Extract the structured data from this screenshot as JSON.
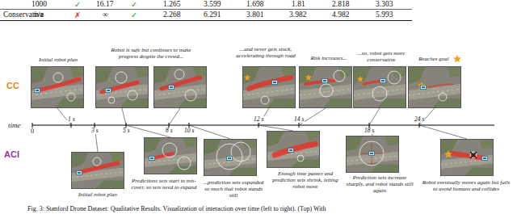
{
  "diagram": {
    "caption": "Fig. 3: Stanford Drone Dataset: Qualitative Results. Visualization of interaction over time (left to right). (Top) With",
    "labels": [
      "1000",
      "✓",
      "16.17",
      "✓",
      "1.265",
      "3.599",
      "1.698",
      "1.81",
      "2.818",
      "3.303",
      "Conservative",
      "n/a",
      "✗",
      "∞",
      "✓",
      "2.268",
      "6.291",
      "3.801",
      "3.982",
      "4.982",
      "5.993",
      "CC",
      "Initial robot plan",
      "Robot is safe but continues to make progress despite the crowd...",
      "...and never gets stuck, accelerating through road",
      "Risk increases...",
      "...so, robot gets more conservative",
      "Reaches goal",
      "time",
      "0",
      "1 s",
      "3 s",
      "5 s",
      "8 s",
      "10 s",
      "12 s",
      "14 s",
      "18 s",
      "24 s",
      "ACI",
      "Initial robot plan",
      "Predictions sets start to mis-cover, so sets need to expand",
      "...prediction sets expanded so much that robot stands still",
      "Enough time passes and prediction sets shrink, letting robot move",
      "Prediction sets increase sharply, and robot stands still again",
      "Robot eventually moves again but fails to avoid humans and collides"
    ]
  }
}
